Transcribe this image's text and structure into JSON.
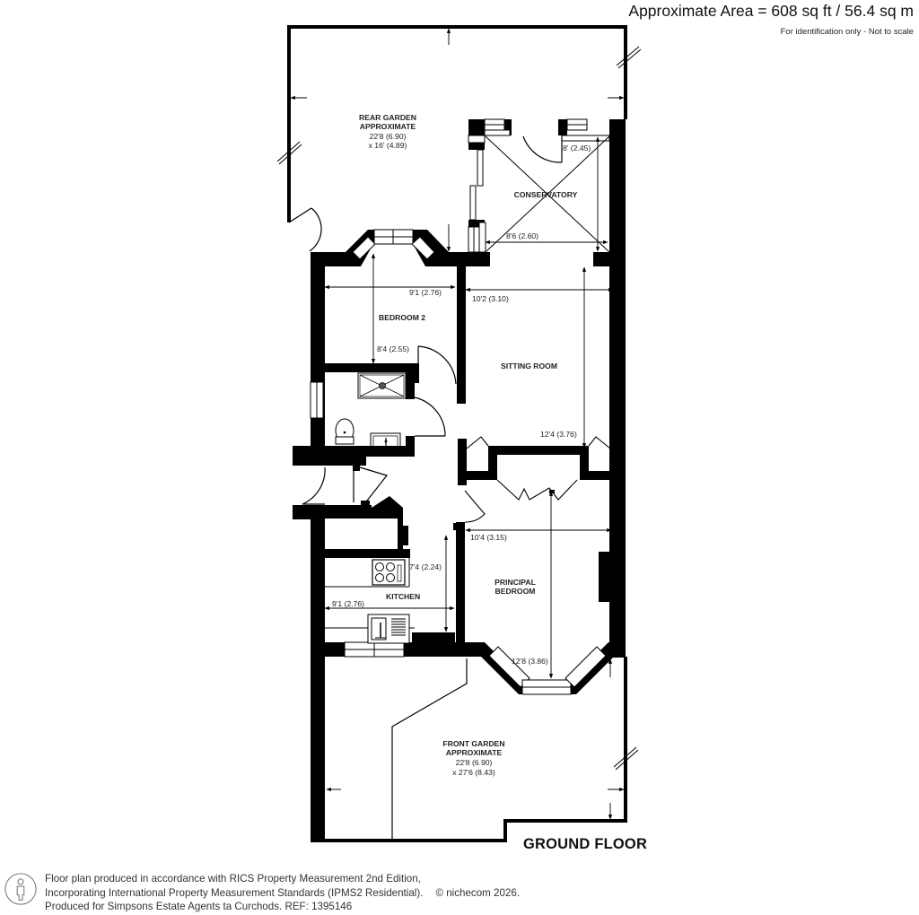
{
  "header": {
    "area_title": "Approximate Area = 608 sq ft / 56.4 sq m",
    "note": "For identification only - Not to scale"
  },
  "floor": {
    "title": "GROUND FLOOR"
  },
  "rooms": {
    "rear_garden": {
      "label_1": "REAR GARDEN",
      "label_2": "APPROXIMATE",
      "dim_1": "22'8 (6.90)",
      "dim_2": "x 16' (4.89)"
    },
    "conservatory": {
      "label": "CONSERVATORY",
      "dim_depth": "8' (2.45)",
      "dim_width": "8'6 (2.60)"
    },
    "bedroom_2": {
      "label": "BEDROOM 2",
      "dim_width": "9'1 (2.76)",
      "dim_depth": "8'4 (2.55)"
    },
    "sitting_room": {
      "label": "SITTING ROOM",
      "dim_width": "10'2 (3.10)",
      "dim_depth": "12'4 (3.76)"
    },
    "kitchen": {
      "label": "KITCHEN",
      "dim_width": "9'1 (2.76)",
      "dim_depth": "7'4 (2.24)"
    },
    "principal_bedroom": {
      "label_1": "PRINCIPAL",
      "label_2": "BEDROOM",
      "dim_width": "10'4 (3.15)",
      "dim_depth": "12'8 (3.86)"
    },
    "front_garden": {
      "label_1": "FRONT GARDEN",
      "label_2": "APPROXIMATE",
      "dim_1": "22'8 (6.90)",
      "dim_2": "x 27'6 (8.43)"
    }
  },
  "footer": {
    "line_1": "Floor plan produced in accordance with RICS Property Measurement 2nd Edition,",
    "line_2": "Incorporating International Property Measurement Standards (IPMS2 Residential).",
    "copyright": "© nichecom 2026.",
    "line_3": "Produced for Simpsons Estate Agents ta Curchods.   REF: 1395146",
    "icon": "person-outline-icon"
  },
  "colors": {
    "wall": "#000000",
    "line": "#000000",
    "background": "#ffffff",
    "text": "#222222",
    "footer_text": "#333333"
  }
}
